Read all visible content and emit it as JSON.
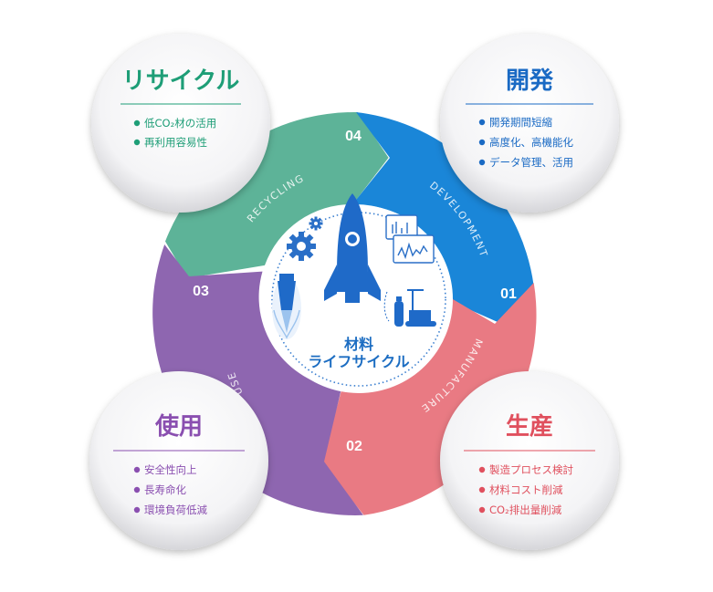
{
  "center": {
    "line1": "材料",
    "line2": "ライフサイクル"
  },
  "colors": {
    "development": "#1a86d8",
    "manufacture": "#e97a83",
    "use": "#8e66b0",
    "recycling": "#5db398",
    "icon": "#2a6fc7"
  },
  "segments": [
    {
      "number": "01",
      "label": "DEVELOPMENT"
    },
    {
      "number": "02",
      "label": "MANUFACTURE"
    },
    {
      "number": "03",
      "label": "USE"
    },
    {
      "number": "04",
      "label": "RECYCLING"
    }
  ],
  "cards": {
    "recycling": {
      "title": "リサイクル",
      "color": "#1e9e77",
      "items": [
        "低CO₂材の活用",
        "再利用容易性"
      ]
    },
    "development": {
      "title": "開発",
      "color": "#1a6ac4",
      "items": [
        "開発期間短縮",
        "高度化、高機能化",
        "データ管理、活用"
      ]
    },
    "use": {
      "title": "使用",
      "color": "#8a4fb0",
      "items": [
        "安全性向上",
        "長寿命化",
        "環境負荷低減"
      ]
    },
    "manufacture": {
      "title": "生産",
      "color": "#e0505e",
      "items": [
        "製造プロセス検討",
        "材料コスト削減",
        "CO₂排出量削減"
      ]
    }
  },
  "icons": [
    "rocket-icon",
    "gear-icon",
    "jet-engine-icon",
    "chart-monitor-icon",
    "crane-vehicle-icon",
    "gas-cylinder-icon"
  ]
}
